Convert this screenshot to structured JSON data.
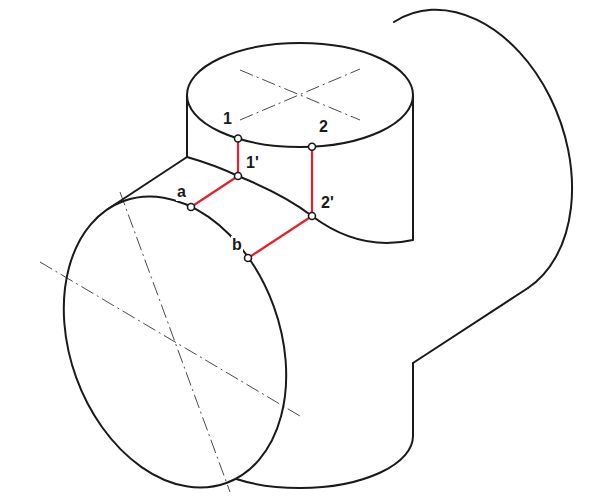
{
  "diagram": {
    "labels": [
      "1",
      "2",
      "1'",
      "2'",
      "a",
      "b"
    ]
  }
}
